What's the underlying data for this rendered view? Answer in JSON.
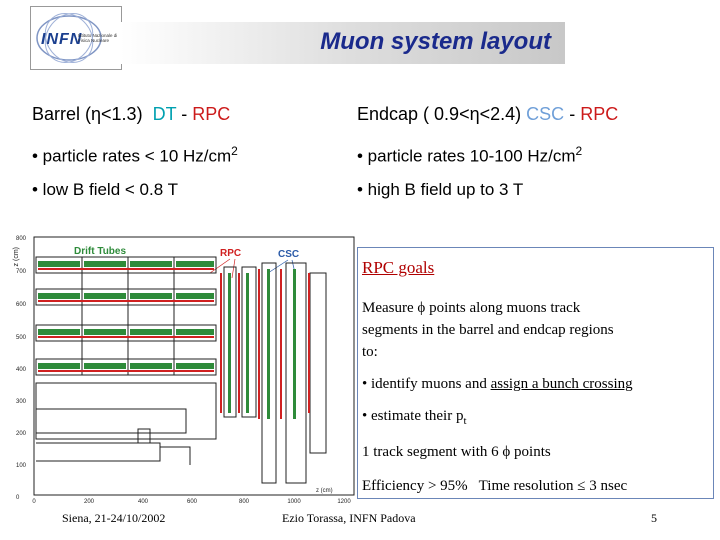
{
  "header": {
    "logo_text": "INFN",
    "logo_sub": "Istituto Nazionale di Fisica Nucleare",
    "title": "Muon system layout"
  },
  "barrel": {
    "title_prefix": "Barrel (",
    "eta_symbol": "η",
    "title_cond": "<1.3)",
    "dt": "DT",
    "dash": "-",
    "rpc": "RPC",
    "bullet1_text": "• particle rates < 10 Hz/cm",
    "bullet1_sup": "2",
    "bullet2": "• low B field < 0.8 T"
  },
  "endcap": {
    "title_prefix": "Endcap ( 0.9<",
    "eta_symbol": "η",
    "title_cond": "<2.4)",
    "csc": "CSC",
    "dash": "-",
    "rpc": "RPC",
    "bullet1_text": "• particle rates 10-100 Hz/cm",
    "bullet1_sup": "2",
    "bullet2": "• high B field up to 3 T"
  },
  "diagram": {
    "y_axis_label": "z (cm)",
    "x_axis_label": "z (cm)",
    "label_drift_tubes": "Drift Tubes",
    "label_rpc": "RPC",
    "label_csc": "CSC",
    "y_ticks": [
      "800",
      "700",
      "600",
      "500",
      "400",
      "300",
      "200",
      "100",
      "0"
    ],
    "x_ticks": [
      "0",
      "200",
      "400",
      "600",
      "800",
      "1000",
      "1200"
    ],
    "colors": {
      "dt": "#2e8b3a",
      "rpc": "#d02020",
      "frame": "#202020"
    }
  },
  "goals": {
    "title": "RPC goals",
    "measure_pre": "Measure ",
    "phi": "ϕ",
    "measure_post": " points along  muons track",
    "line2": "segments in the barrel and endcap regions",
    "line3": "to:",
    "b1_pre": "• identify muons and ",
    "b1_link": "assign a bunch crossing",
    "b2_pre": "• estimate their p",
    "b2_sub": "t",
    "seg_pre": "1 track segment with 6 ",
    "seg_post": " points",
    "eff": "Efficiency > 95%",
    "time_pre": "Time resolution ",
    "le": "≤",
    "time_post": " 3 nsec"
  },
  "footer": {
    "left": "Siena, 21-24/10/2002",
    "center": "Ezio Torassa, INFN Padova",
    "page": "5"
  }
}
